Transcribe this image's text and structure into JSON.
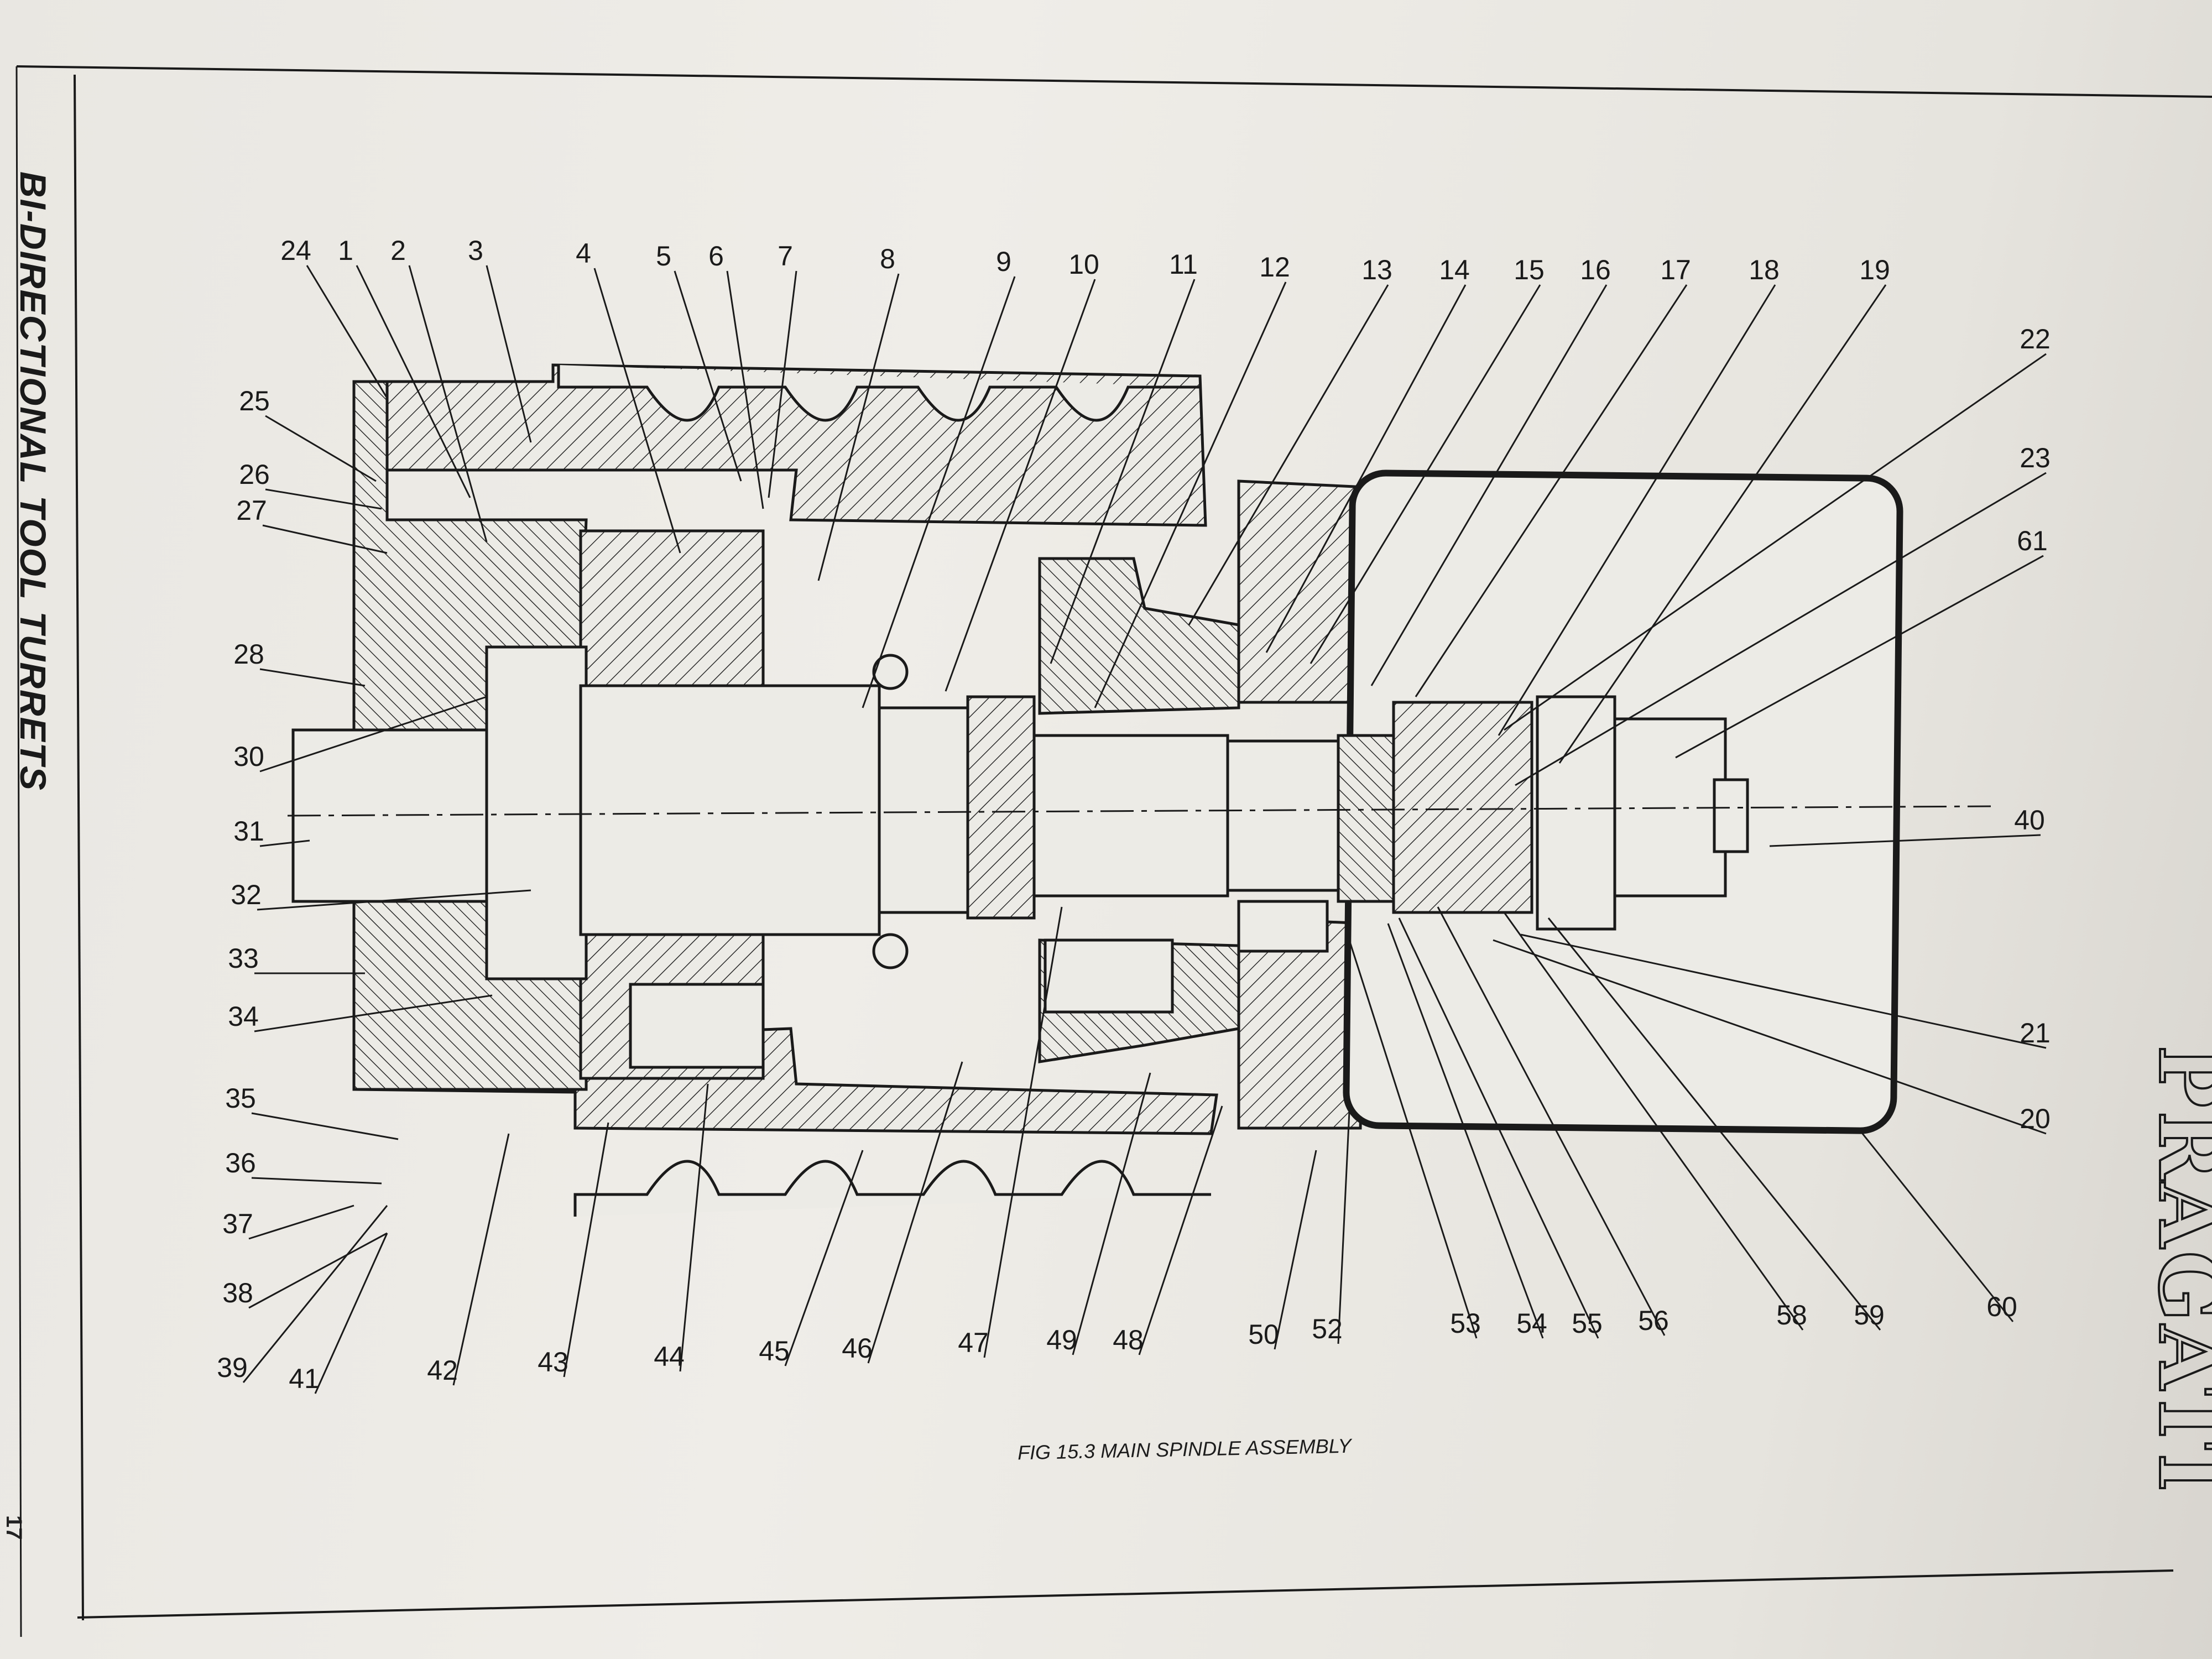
{
  "header": {
    "running_title": "BI-DIRECTIONAL TOOL TURRETS",
    "page_number": "17"
  },
  "brand": "PRAGATI",
  "figure": {
    "caption": "FIG 15.3  MAIN SPINDLE ASSEMBLY"
  },
  "callouts": {
    "top": [
      "24",
      "1",
      "2",
      "3",
      "4",
      "5",
      "6",
      "7",
      "8",
      "9",
      "10",
      "11",
      "12",
      "13",
      "14",
      "15",
      "16",
      "17",
      "18",
      "19"
    ],
    "left": [
      "25",
      "26",
      "27",
      "28",
      "30",
      "31",
      "32",
      "33",
      "34",
      "35",
      "36",
      "37",
      "38"
    ],
    "right": [
      "22",
      "23",
      "61",
      "40",
      "21",
      "20"
    ],
    "bottom": [
      "39",
      "41",
      "42",
      "43",
      "44",
      "45",
      "46",
      "47",
      "49",
      "48",
      "50",
      "52",
      "53",
      "54",
      "55",
      "56",
      "58",
      "59",
      "60"
    ]
  },
  "colors": {
    "ink": "#1a1a1a",
    "paper": "#ecebe6"
  }
}
